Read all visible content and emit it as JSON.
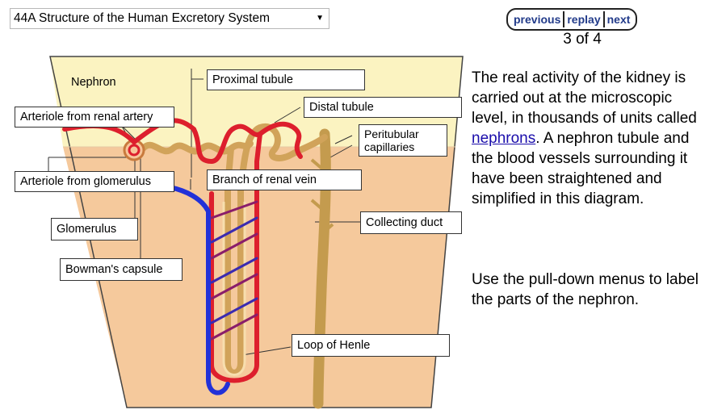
{
  "header": {
    "topic_select": "44A Structure of the Human Excretory System",
    "nav": {
      "previous": "previous",
      "replay": "replay",
      "next": "next"
    },
    "counter": "3 of 4"
  },
  "diagram": {
    "title": "Nephron",
    "labels": {
      "proximal_tubule": "Proximal tubule",
      "distal_tubule": "Distal tubule",
      "arteriole_renal_artery": "Arteriole from renal artery",
      "peritubular_capillaries": "Peritubular capillaries",
      "arteriole_glomerulus": "Arteriole from glomerulus",
      "branch_renal_vein": "Branch of renal vein",
      "collecting_duct": "Collecting duct",
      "glomerulus": "Glomerulus",
      "bowmans_capsule": "Bowman's capsule",
      "loop_of_henle": "Loop of Henle"
    },
    "colors": {
      "cortex": "#fbf3c1",
      "medulla": "#f5c99c",
      "artery": "#dd1f2d",
      "vein": "#2231d8",
      "tubule": "#d1a35a"
    }
  },
  "text": {
    "desc_before": "The real activity of the kidney is carried out at the microscopic level, in thousands of units called ",
    "desc_link": "nephrons",
    "desc_after": ". A nephron tubule and the blood vessels surrounding it have been straightened and simplified in this diagram.",
    "instruction": "Use the pull-down menus to label the parts of the nephron."
  }
}
